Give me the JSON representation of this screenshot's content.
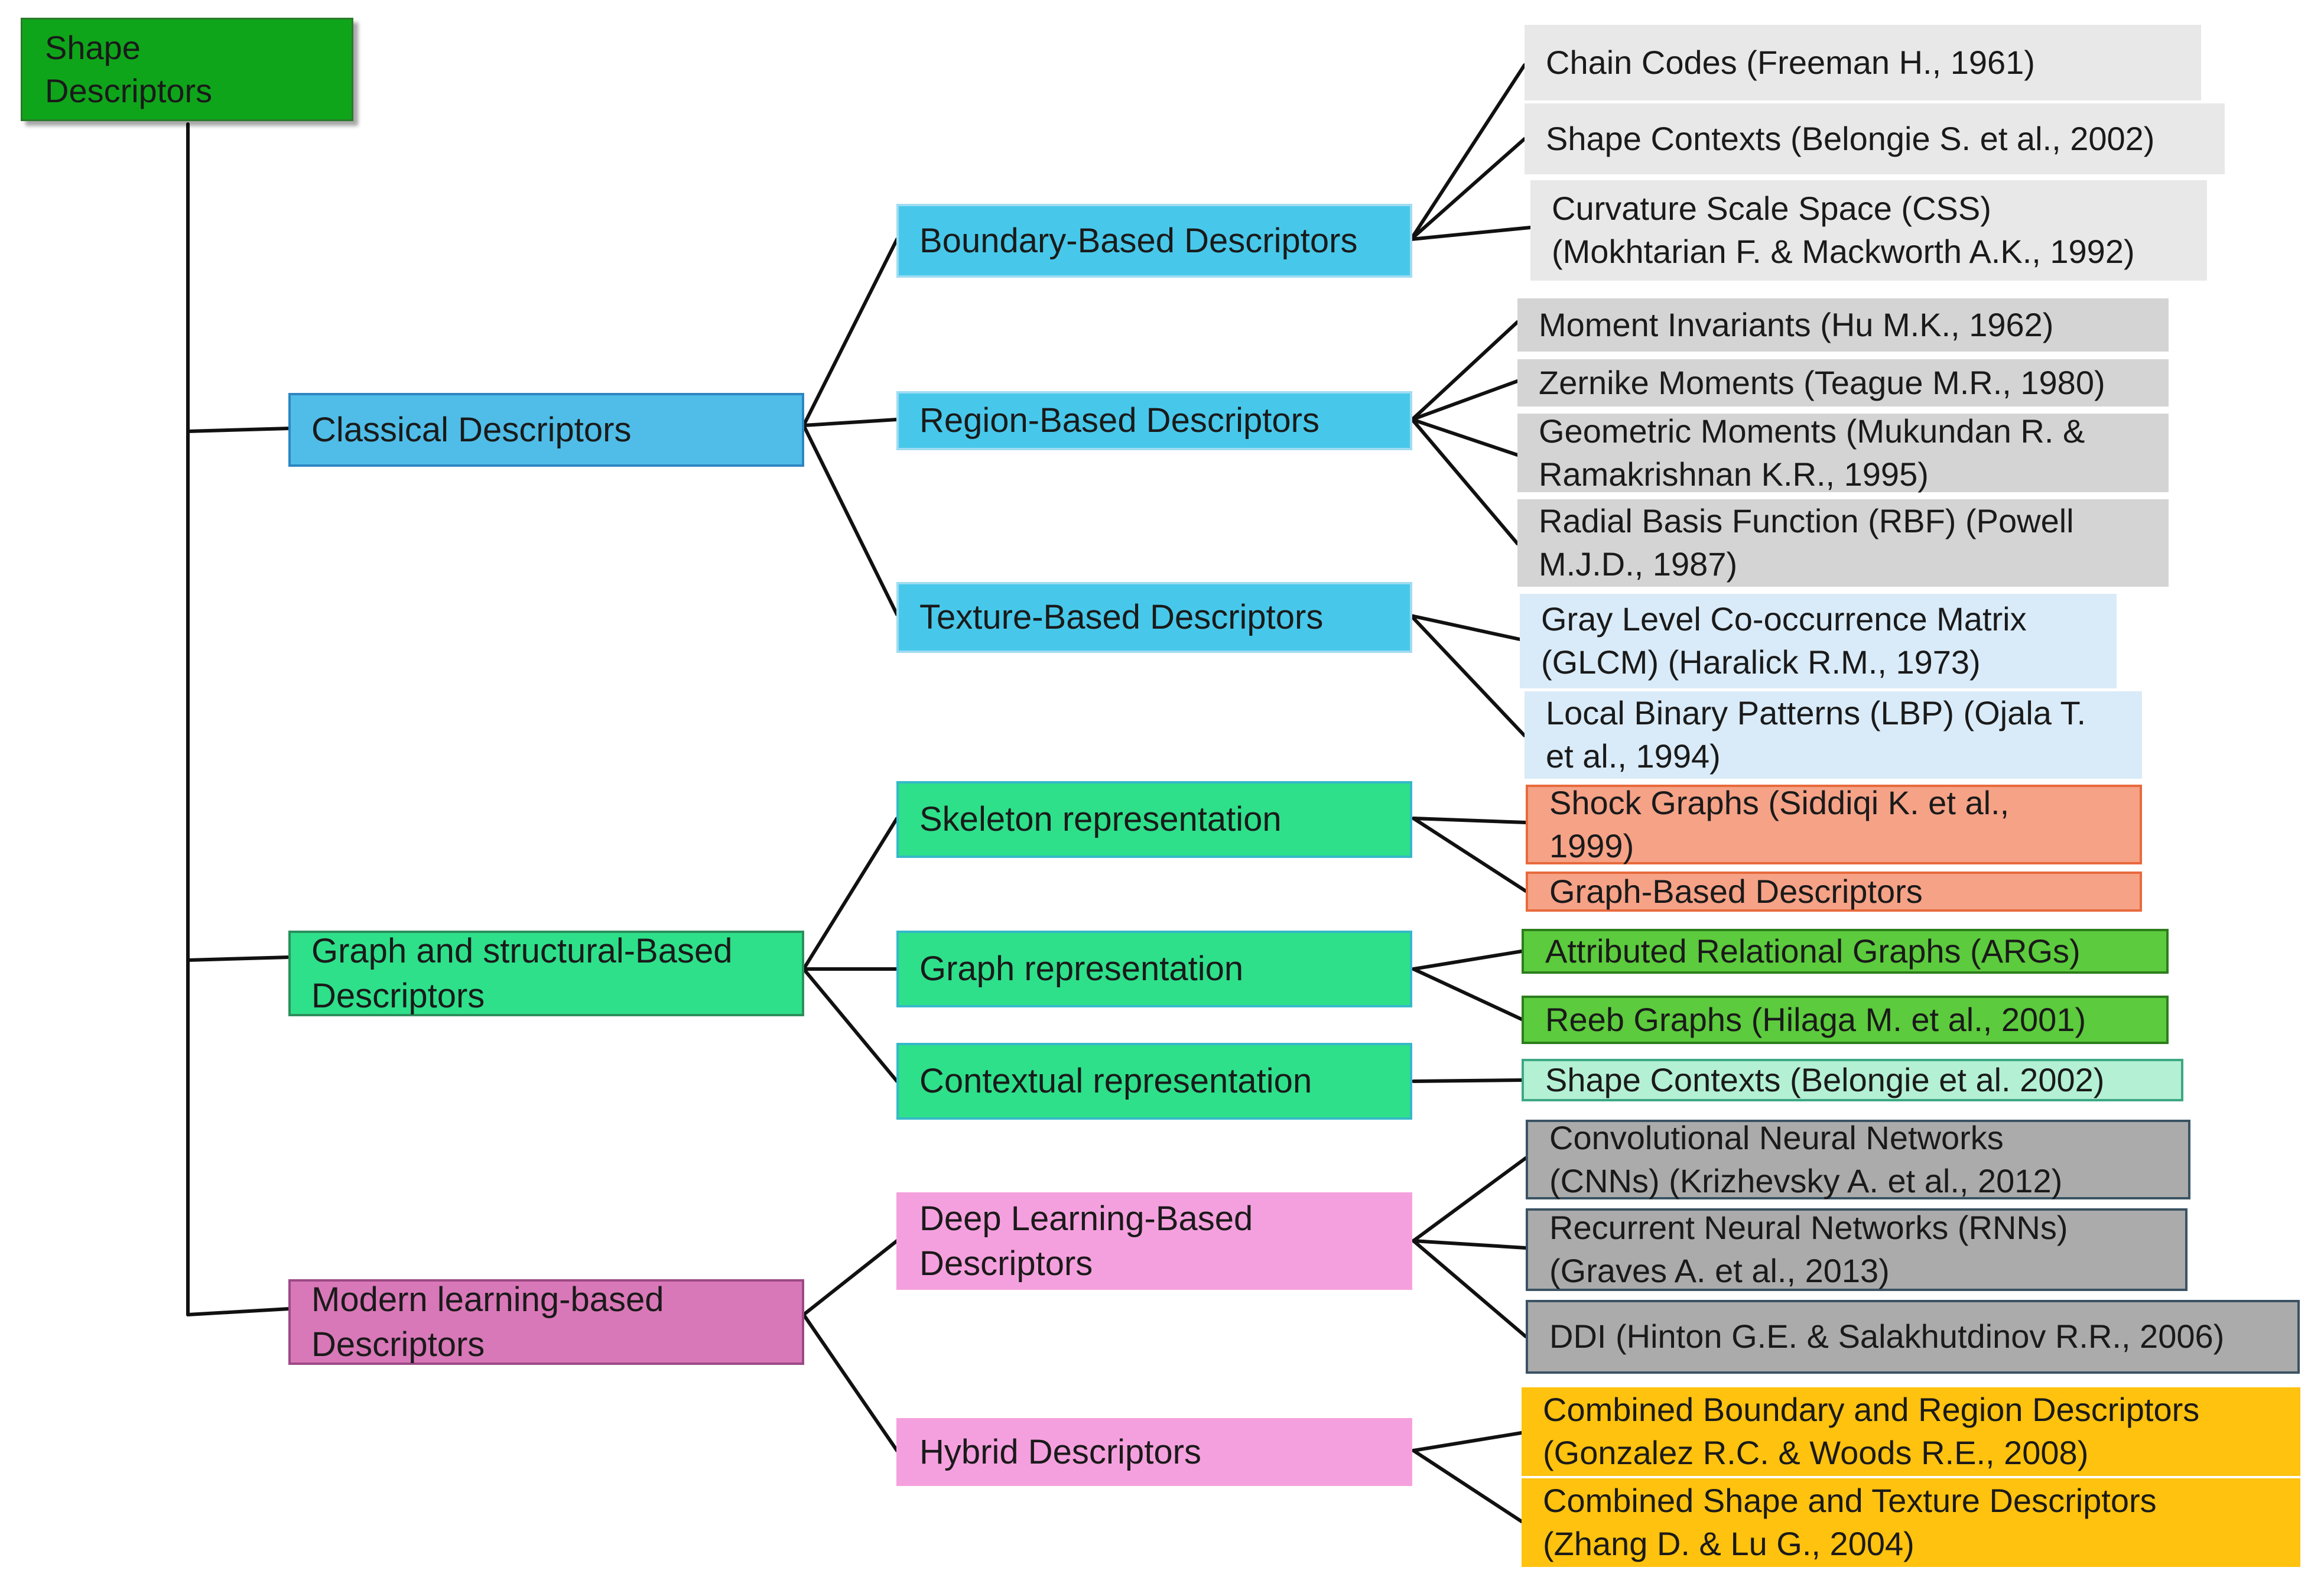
{
  "root": {
    "label": "Shape\nDescriptors"
  },
  "categories": [
    {
      "label": "Classical Descriptors",
      "subcategories": [
        {
          "label": "Boundary-Based Descriptors",
          "items": [
            "Chain Codes (Freeman H., 1961)",
            "Shape Contexts (Belongie S. et al., 2002)",
            "Curvature Scale Space (CSS)\n(Mokhtarian F. & Mackworth A.K., 1992)"
          ]
        },
        {
          "label": "Region-Based Descriptors",
          "items": [
            "Moment Invariants (Hu M.K., 1962)",
            "Zernike Moments (Teague M.R., 1980)",
            "Geometric Moments (Mukundan R. &\nRamakrishnan K.R., 1995)",
            "Radial Basis Function (RBF) (Powell\nM.J.D., 1987)"
          ]
        },
        {
          "label": "Texture-Based Descriptors",
          "items": [
            "Gray Level Co-occurrence Matrix\n(GLCM) (Haralick R.M., 1973)",
            "Local Binary Patterns (LBP) (Ojala T.\net al., 1994)"
          ]
        }
      ]
    },
    {
      "label": "Graph and structural-Based\nDescriptors",
      "subcategories": [
        {
          "label": "Skeleton representation",
          "items": [
            "Shock Graphs (Siddiqi K. et al.,\n1999)",
            "Graph-Based Descriptors"
          ]
        },
        {
          "label": "Graph representation",
          "items": [
            "Attributed Relational Graphs (ARGs)",
            "Reeb Graphs (Hilaga M. et al., 2001)"
          ]
        },
        {
          "label": "Contextual representation",
          "items": [
            "Shape Contexts  (Belongie et al. 2002)"
          ]
        }
      ]
    },
    {
      "label": "Modern learning-based\nDescriptors",
      "subcategories": [
        {
          "label": "Deep Learning-Based\nDescriptors",
          "items": [
            "Convolutional Neural Networks\n(CNNs) (Krizhevsky A. et al., 2012)",
            "Recurrent Neural Networks (RNNs)\n(Graves A. et al., 2013)",
            "DDI (Hinton G.E. & Salakhutdinov R.R., 2006)"
          ]
        },
        {
          "label": "Hybrid Descriptors",
          "items": [
            "Combined Boundary and Region Descriptors\n(Gonzalez R.C. & Woods R.E., 2008)",
            "Combined Shape and Texture Descriptors\n(Zhang D. & Lu G., 2004)"
          ]
        }
      ]
    }
  ]
}
